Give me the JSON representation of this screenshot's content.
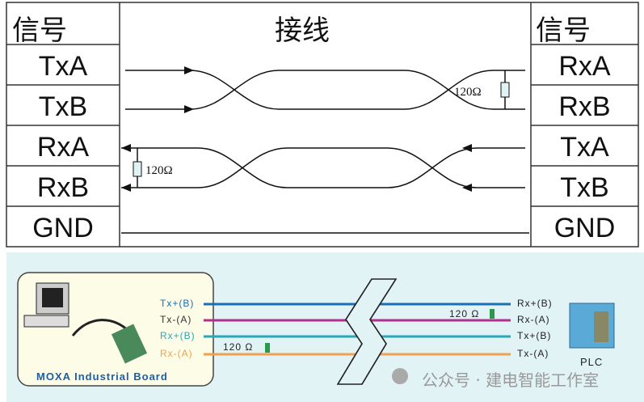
{
  "top": {
    "left_header": "信号",
    "center_header": "接线",
    "right_header": "信号",
    "left_signals": [
      "TxA",
      "TxB",
      "RxA",
      "RxB",
      "GND"
    ],
    "right_signals": [
      "RxA",
      "RxB",
      "TxA",
      "TxB",
      "GND"
    ],
    "resistor_right": "120Ω",
    "resistor_left": "120Ω"
  },
  "bottom": {
    "board_label": "MOXA Industrial Board",
    "left_pins": [
      "Tx+(B)",
      "Tx-(A)",
      "Rx+(B)",
      "Rx-(A)"
    ],
    "right_pins": [
      "Rx+(B)",
      "Rx-(A)",
      "Tx+(B)",
      "Tx-(A)"
    ],
    "resistor_left": "120 Ω",
    "resistor_right": "120 Ω",
    "device_label": "PLC",
    "watermark": "公众号 · 建电智能工作室",
    "wire_colors": [
      "#1b6fb3",
      "#b0308e",
      "#29a8b8",
      "#f0a050"
    ]
  }
}
